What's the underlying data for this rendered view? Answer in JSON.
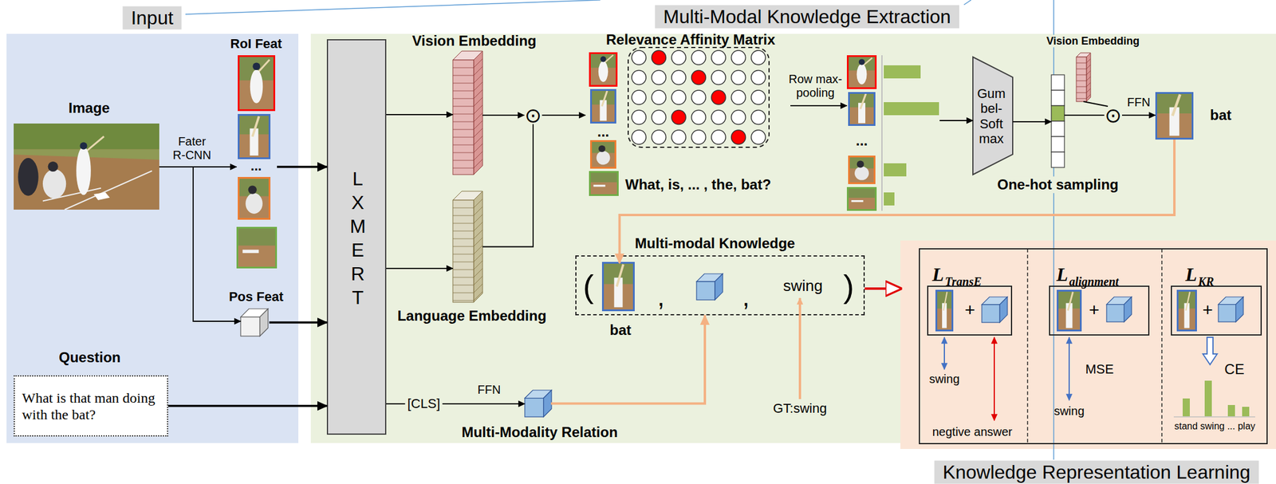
{
  "diagram": {
    "nodes": [
      {
        "text": [
          "Input"
        ]
      },
      {
        "text": [
          "Image"
        ],
        "in": 0
      },
      {
        "text": [
          "RoI Feat",
          "..."
        ],
        "in": 0
      },
      {
        "text": [
          "Pos Feat"
        ],
        "in": 0
      },
      {
        "text": [
          "Question",
          "What is that man doing with the bat?"
        ],
        "in": 0
      },
      {
        "text": [
          "Multi-Modal Knowledge Extraction"
        ]
      },
      {
        "text": [
          "LXMERT"
        ],
        "in": 5
      },
      {
        "text": [
          "Vision Embedding"
        ],
        "in": 5
      },
      {
        "text": [
          "Language Embedding"
        ],
        "in": 5
      },
      {
        "text": [
          "⊙"
        ],
        "in": 5
      },
      {
        "text": [
          "Relevance Affinity Matrix",
          "...",
          "What, is, ... , the, bat?"
        ],
        "in": 5
      },
      {
        "text": [
          "..."
        ],
        "in": 5
      },
      {
        "text": [
          "Gum bel- Soft max"
        ],
        "in": 5
      },
      {
        "text": [
          "One-hot sampling"
        ],
        "in": 5
      },
      {
        "text": [
          "Vision Embedding"
        ],
        "in": 5
      },
      {
        "text": [
          "⊙"
        ],
        "in": 5
      },
      {
        "text": [
          "bat"
        ],
        "in": 5
      },
      {
        "text": [
          "Multi-modal Knowledge"
        ],
        "in": 5
      },
      {
        "text": [
          "bat"
        ],
        "in": 17
      },
      {
        "text": [
          "Multi-Modality Relation"
        ],
        "in": 5
      },
      {
        "text": [
          "Knowledge Representation Learning"
        ]
      },
      {
        "text": [
          "L",
          "TransE",
          "+",
          "swing",
          "negtive answer"
        ],
        "in": 20
      },
      {
        "text": [
          "L",
          "alignment",
          "+",
          "MSE",
          "swing"
        ],
        "in": 20
      },
      {
        "text": [
          "L",
          "KR",
          "+",
          "CE",
          "stand swing ... play"
        ],
        "in": 20
      }
    ],
    "edges": [
      {
        "from": 1,
        "to": 2,
        "arrow": "to",
        "label": "Fater R-CNN"
      },
      {
        "from": 1,
        "to": 3,
        "arrow": "to"
      },
      {
        "from": 2,
        "to": 6,
        "arrow": "to"
      },
      {
        "from": 3,
        "to": 6,
        "arrow": "to"
      },
      {
        "from": 4,
        "to": 6,
        "arrow": "to"
      },
      {
        "from": 6,
        "to": 7,
        "arrow": "to"
      },
      {
        "from": 6,
        "to": 8,
        "arrow": "to"
      },
      {
        "from": 7,
        "to": 9,
        "arrow": "to"
      },
      {
        "from": 8,
        "to": 9,
        "arrow": "none"
      },
      {
        "from": 9,
        "to": 10,
        "arrow": "to"
      },
      {
        "from": 10,
        "to": 11,
        "arrow": "to",
        "label": "Row max-pooling"
      },
      {
        "from": 11,
        "to": 12,
        "arrow": "to"
      },
      {
        "from": 12,
        "to": 13,
        "arrow": "to"
      },
      {
        "from": 13,
        "to": 15,
        "arrow": "none"
      },
      {
        "from": 14,
        "to": 15,
        "arrow": "none"
      },
      {
        "from": 15,
        "to": 16,
        "arrow": "to",
        "label": "FFN"
      },
      {
        "from": 16,
        "to": 18,
        "arrow": "to"
      },
      {
        "from": 6,
        "to": 19,
        "arrow": "to",
        "label": "FFN"
      },
      {
        "from": 19,
        "to": 17,
        "arrow": "to"
      },
      {
        "from": 17,
        "to": 20,
        "arrow": "to"
      }
    ],
    "labels": [
      "[CLS]",
      "(",
      ",",
      ",",
      "swing",
      ")",
      "GT:swing"
    ]
  }
}
